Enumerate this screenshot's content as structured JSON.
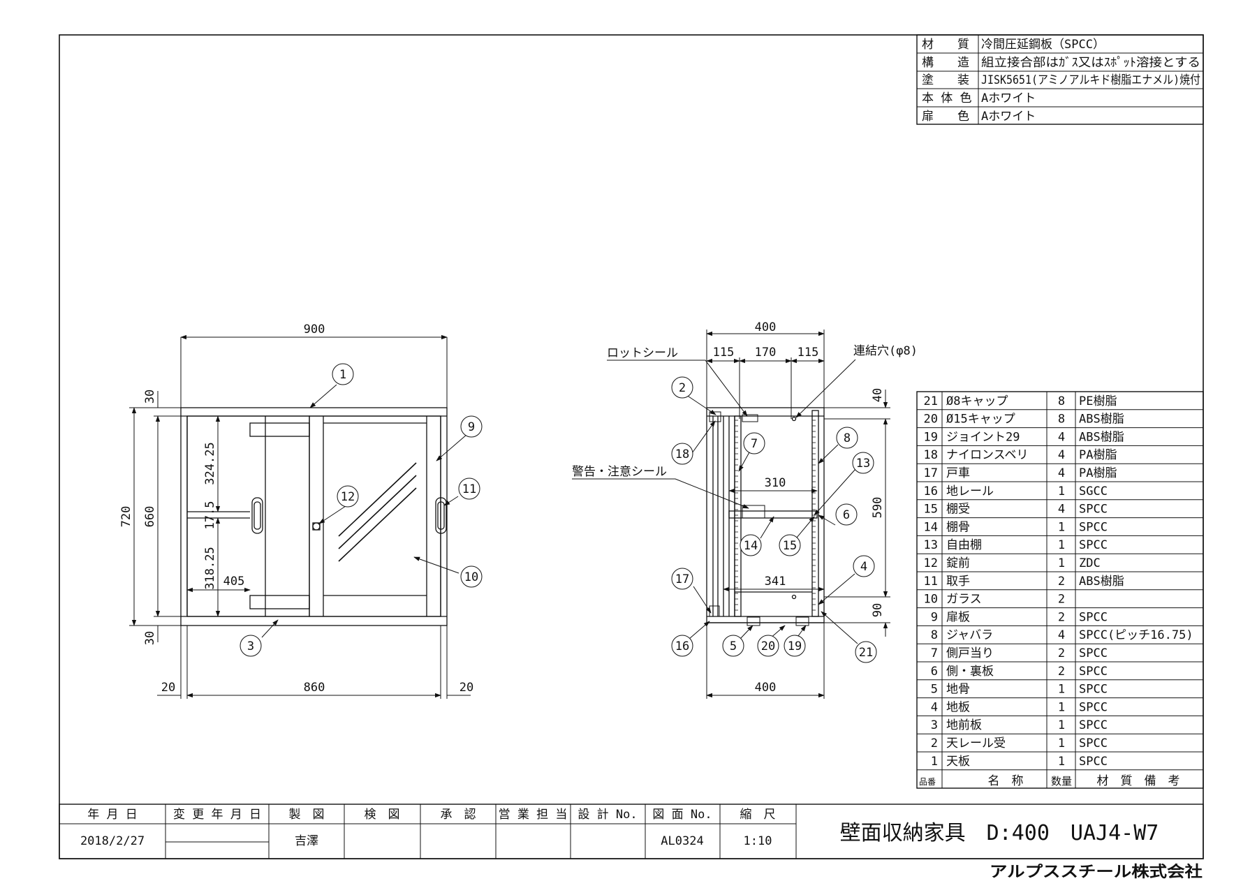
{
  "spec": [
    {
      "label": "材　　質",
      "value": "冷間圧延鋼板（SPCC）"
    },
    {
      "label": "構　　造",
      "value": "組立接合部はｶﾞｽ又はｽﾎﾟｯﾄ溶接とする"
    },
    {
      "label": "塗　　装",
      "value": "JISK5651(アミノアルキド樹脂エナメル)焼付"
    },
    {
      "label": "本 体 色",
      "value": "Aホワイト"
    },
    {
      "label": "扉　　色",
      "value": "Aホワイト"
    }
  ],
  "parts_header": {
    "no": "品番",
    "name": "名　称",
    "qty": "数量",
    "material": "材　質　備　考"
  },
  "parts": [
    {
      "no": "21",
      "name": "Ø8キャップ",
      "qty": "8",
      "material": "PE樹脂"
    },
    {
      "no": "20",
      "name": "Ø15キャップ",
      "qty": "8",
      "material": "ABS樹脂"
    },
    {
      "no": "19",
      "name": "ジョイント29",
      "qty": "4",
      "material": "ABS樹脂"
    },
    {
      "no": "18",
      "name": "ナイロンスベリ",
      "qty": "4",
      "material": "PA樹脂"
    },
    {
      "no": "17",
      "name": "戸車",
      "qty": "4",
      "material": "PA樹脂"
    },
    {
      "no": "16",
      "name": "地レール",
      "qty": "1",
      "material": "SGCC"
    },
    {
      "no": "15",
      "name": "棚受",
      "qty": "4",
      "material": "SPCC"
    },
    {
      "no": "14",
      "name": "棚骨",
      "qty": "1",
      "material": "SPCC"
    },
    {
      "no": "13",
      "name": "自由棚",
      "qty": "1",
      "material": "SPCC"
    },
    {
      "no": "12",
      "name": "錠前",
      "qty": "1",
      "material": "ZDC"
    },
    {
      "no": "11",
      "name": "取手",
      "qty": "2",
      "material": "ABS樹脂"
    },
    {
      "no": "10",
      "name": "ガラス",
      "qty": "2",
      "material": ""
    },
    {
      "no": "9",
      "name": "扉板",
      "qty": "2",
      "material": "SPCC"
    },
    {
      "no": "8",
      "name": "ジャバラ",
      "qty": "4",
      "material": "SPCC(ピッチ16.75)"
    },
    {
      "no": "7",
      "name": "側戸当り",
      "qty": "2",
      "material": "SPCC"
    },
    {
      "no": "6",
      "name": "側・裏板",
      "qty": "2",
      "material": "SPCC"
    },
    {
      "no": "5",
      "name": "地骨",
      "qty": "1",
      "material": "SPCC"
    },
    {
      "no": "4",
      "name": "地板",
      "qty": "1",
      "material": "SPCC"
    },
    {
      "no": "3",
      "name": "地前板",
      "qty": "1",
      "material": "SPCC"
    },
    {
      "no": "2",
      "name": "天レール受",
      "qty": "1",
      "material": "SPCC"
    },
    {
      "no": "1",
      "name": "天板",
      "qty": "1",
      "material": "SPCC"
    }
  ],
  "title_block": {
    "headers": [
      "年 月 日",
      "変 更 年 月 日",
      "製　図",
      "検　図",
      "承　認",
      "営 業 担 当",
      "設 計 No.",
      "図 面 No.",
      "縮　尺"
    ],
    "values": [
      "2018/2/27",
      "",
      "吉澤",
      "",
      "",
      "",
      "",
      "AL0324",
      "1:10"
    ],
    "title": "壁面収納家具　D:400　UAJ4-W7"
  },
  "company": "アルプススチール株式会社",
  "front_view": {
    "dims": {
      "top_width": "900",
      "bottom_width": "860",
      "side_left": "20",
      "side_right": "20",
      "total_height": "720",
      "inner_height": "660",
      "top_h": "30",
      "bottom_h": "30",
      "upper": "324.25",
      "shelf": "17.5",
      "lower": "318.25",
      "door_width": "405"
    },
    "balloons": [
      "1",
      "9",
      "11",
      "12",
      "10",
      "3"
    ]
  },
  "side_view": {
    "dims": {
      "top": "400",
      "seg1": "115",
      "seg2": "170",
      "seg3": "115",
      "right_top": "40",
      "right_mid": "590",
      "right_bottom": "90",
      "shelf_width": "310",
      "floor_width": "341",
      "bottom": "400"
    },
    "labels": {
      "rod_seal": "ロットシール",
      "warning_seal": "警告・注意シール",
      "hole": "連結穴(φ8)"
    },
    "balloons": [
      "2",
      "18",
      "7",
      "8",
      "13",
      "6",
      "14",
      "15",
      "17",
      "4",
      "16",
      "5",
      "20",
      "19",
      "21"
    ]
  }
}
